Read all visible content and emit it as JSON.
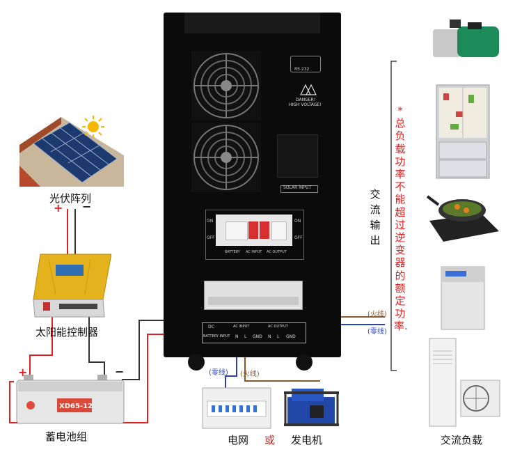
{
  "labels": {
    "pv_array": "光伏阵列",
    "controller": "太阳能控制器",
    "battery": "蓄电池组",
    "grid": "电网",
    "or": "或",
    "generator": "发电机",
    "ac_load": "交流负载",
    "ac_output": "交流输出",
    "warning": "*总负载功率不能超过逆变器的额定功率."
  },
  "poles": {
    "plus": "+",
    "minus": "−"
  },
  "wires": {
    "live": "(火线)",
    "neutral": "(零线)",
    "live_bottom": "(火线)",
    "neutral_bottom": "(零线)"
  },
  "inverter": {
    "rs232": "RS 232",
    "danger": "DANGER!",
    "high_voltage": "HIGH VOLTAGE!",
    "solar_input": "SOLAR INPUT",
    "on": "ON",
    "off": "OFF",
    "breaker_labels": [
      "BATTERY",
      "AC INPUT",
      "AC OUTPUT"
    ],
    "dc_label": "DC",
    "battery_input": "BATTERY INPUT",
    "ac_input": "AC INPUT",
    "ac_output": "AC OUTPUT",
    "n": "N",
    "l": "L",
    "gnd": "GND"
  },
  "battery_model": "XD65-12",
  "colors": {
    "live": "#8b5a2b",
    "neutral": "#2a3fc0",
    "positive": "#e02020",
    "negative": "#222222"
  }
}
